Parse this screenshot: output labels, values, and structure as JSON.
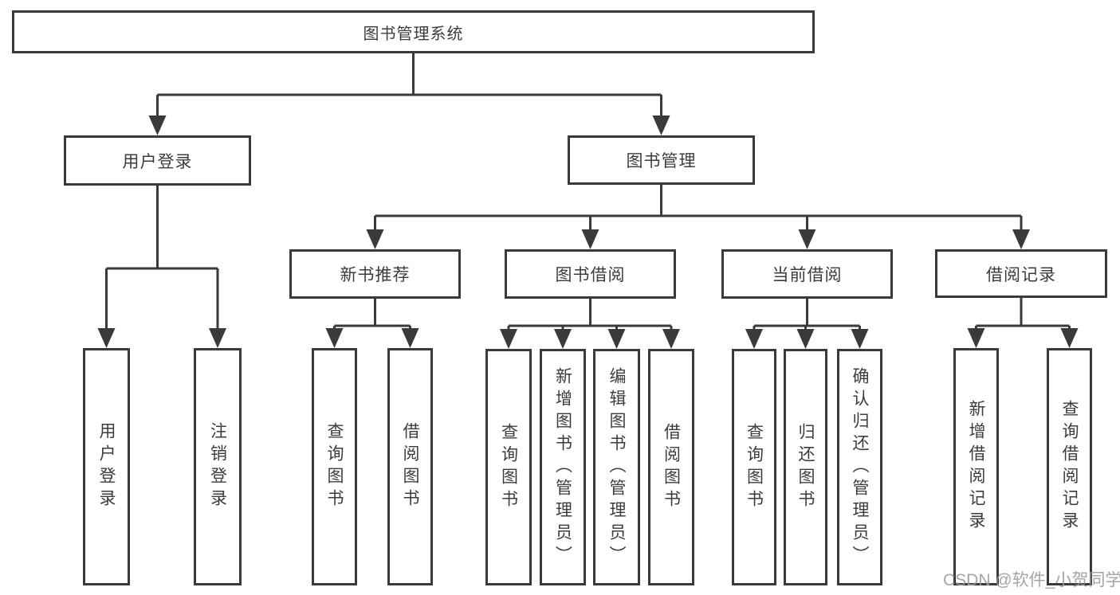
{
  "diagram_type": "hierarchy",
  "colors": {
    "line": "#3a3a3a",
    "box_border": "#3a3a3a",
    "text": "#3c3c3c",
    "background": "#ffffff",
    "watermark": "#9b9ba2"
  },
  "tree": {
    "label": "图书管理系统",
    "children": [
      {
        "label": "用户登录",
        "children": [
          {
            "label": "用户登录"
          },
          {
            "label": "注销登录"
          }
        ]
      },
      {
        "label": "图书管理",
        "children": [
          {
            "label": "新书推荐",
            "children": [
              {
                "label": "查询图书"
              },
              {
                "label": "借阅图书"
              }
            ]
          },
          {
            "label": "图书借阅",
            "children": [
              {
                "label": "查询图书"
              },
              {
                "label": "新增图书（管理员）"
              },
              {
                "label": "编辑图书（管理员）"
              },
              {
                "label": "借阅图书"
              }
            ]
          },
          {
            "label": "当前借阅",
            "children": [
              {
                "label": "查询图书"
              },
              {
                "label": "归还图书"
              },
              {
                "label": "确认归还（管理员）"
              }
            ]
          },
          {
            "label": "借阅记录",
            "children": [
              {
                "label": "新增借阅记录"
              },
              {
                "label": "查询借阅记录"
              }
            ]
          }
        ]
      }
    ]
  },
  "watermark": {
    "text": "CSDN @软件_小贺同学"
  }
}
